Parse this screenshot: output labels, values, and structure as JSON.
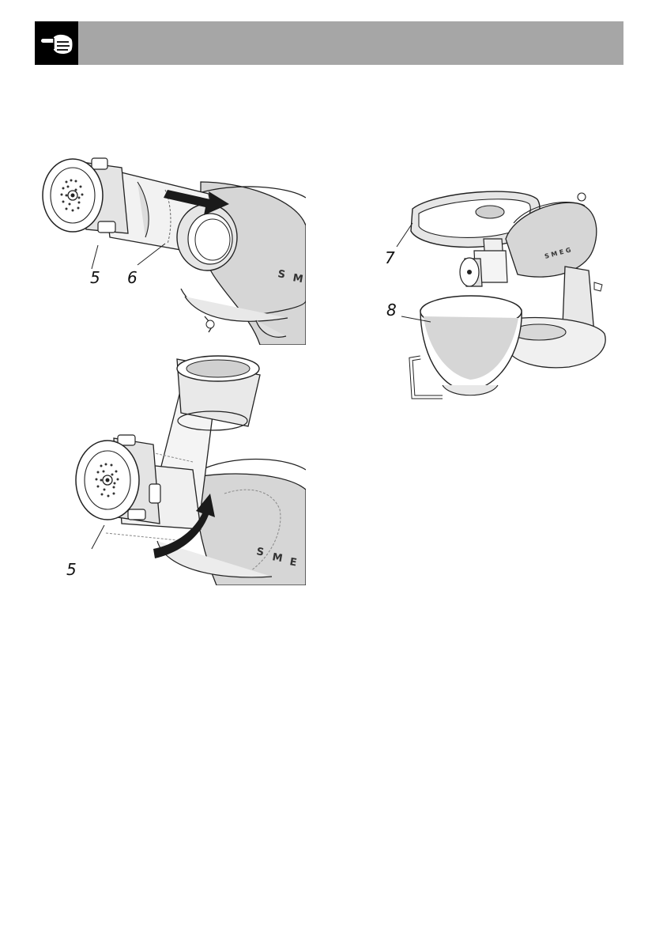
{
  "header": {
    "icon": "pointing-hand-icon",
    "background": "#a6a6a6",
    "icon_background": "#000000"
  },
  "figures": {
    "top_left": {
      "callouts": [
        "5",
        "6"
      ],
      "arrow": "push-right"
    },
    "bottom_left": {
      "callouts": [
        "5"
      ],
      "arrow": "rotate-up"
    },
    "right": {
      "callouts": [
        "7",
        "8"
      ]
    }
  },
  "colors": {
    "shade": "#d6d6d6",
    "line": "#222222",
    "arrow": "#1a1a1a"
  }
}
